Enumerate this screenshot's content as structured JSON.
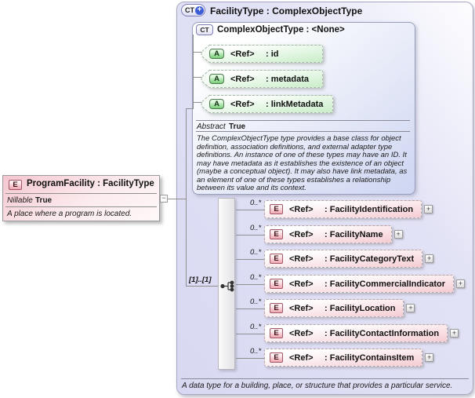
{
  "palette": {
    "outer_box_fill": "#d8d8f2",
    "inner_box_fill_end": "#cdd5f1",
    "attribute_green": "#c9eec9",
    "attribute_icon_green": "#74ce74",
    "element_pink": "#f5ccd3",
    "element_icon_pink": "#efa6b0",
    "source_box_pink": "#f5c6cf",
    "badge_blue": "#3c5fd8",
    "connector_gray": "#8f8f8f"
  },
  "source_element": {
    "icon": "E",
    "title": "ProgramFacility : FacilityType",
    "property_label": "Nillable",
    "property_value": "True",
    "description": "A place where a program is located.",
    "collapse_glyph": "−"
  },
  "type_box": {
    "icon": "CT",
    "icon_badge": "+",
    "title": "FacilityType : ComplexObjectType",
    "footer": "A data type for a building, place, or structure that provides a particular service.",
    "base": {
      "icon": "CT",
      "title": "ComplexObjectType : <None>",
      "attributes": [
        {
          "icon": "A",
          "ref": "<Ref>",
          "name": ": id"
        },
        {
          "icon": "A",
          "ref": "<Ref>",
          "name": ": metadata"
        },
        {
          "icon": "A",
          "ref": "<Ref>",
          "name": ": linkMetadata"
        }
      ],
      "property_label": "Abstract",
      "property_value": "True",
      "description": "The ComplexObjectType type provides a base class for object definition, association definitions, and external adapter type definitions. An instance of one of these types may have an ID. It may have metadata as it establishes the existence of an object (maybe a conceptual object). It may also have link metadata, as an element of one of these types establishes a relationship between its value and its context."
    },
    "sequence": {
      "cardinality": "[1]..[1]",
      "elements": [
        {
          "cardinality": "0..*",
          "icon": "E",
          "ref": "<Ref>",
          "name": ": FacilityIdentification",
          "expander": "+"
        },
        {
          "cardinality": "0..*",
          "icon": "E",
          "ref": "<Ref>",
          "name": ": FacilityName",
          "expander": "+"
        },
        {
          "cardinality": "0..*",
          "icon": "E",
          "ref": "<Ref>",
          "name": ": FacilityCategoryText",
          "expander": "+"
        },
        {
          "cardinality": "0..*",
          "icon": "E",
          "ref": "<Ref>",
          "name": ": FacilityCommercialIndicator",
          "expander": "+"
        },
        {
          "cardinality": "0..*",
          "icon": "E",
          "ref": "<Ref>",
          "name": ": FacilityLocation",
          "expander": "+"
        },
        {
          "cardinality": "0..*",
          "icon": "E",
          "ref": "<Ref>",
          "name": ": FacilityContactInformation",
          "expander": "+"
        },
        {
          "cardinality": "0..*",
          "icon": "E",
          "ref": "<Ref>",
          "name": ": FacilityContainsItem",
          "expander": "+"
        }
      ]
    }
  }
}
